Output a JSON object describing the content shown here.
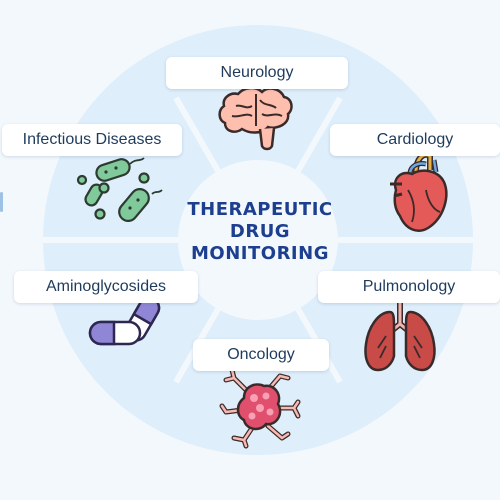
{
  "title": {
    "line1": "THERAPEUTIC",
    "line2": "DRUG",
    "line3": "MONITORING"
  },
  "segments": [
    {
      "label": "Neurology",
      "icon": "brain-icon"
    },
    {
      "label": "Cardiology",
      "icon": "heart-icon"
    },
    {
      "label": "Pulmonology",
      "icon": "lungs-icon"
    },
    {
      "label": "Oncology",
      "icon": "tumor-cell-icon"
    },
    {
      "label": "Aminoglycosides",
      "icon": "capsules-icon"
    },
    {
      "label": "Infectious Diseases",
      "icon": "bacteria-icon"
    }
  ],
  "colors": {
    "background": "#f3f8fd",
    "wheel": "#deeefb",
    "title": "#1d3f8f",
    "label_text": "#1f3b5c"
  }
}
